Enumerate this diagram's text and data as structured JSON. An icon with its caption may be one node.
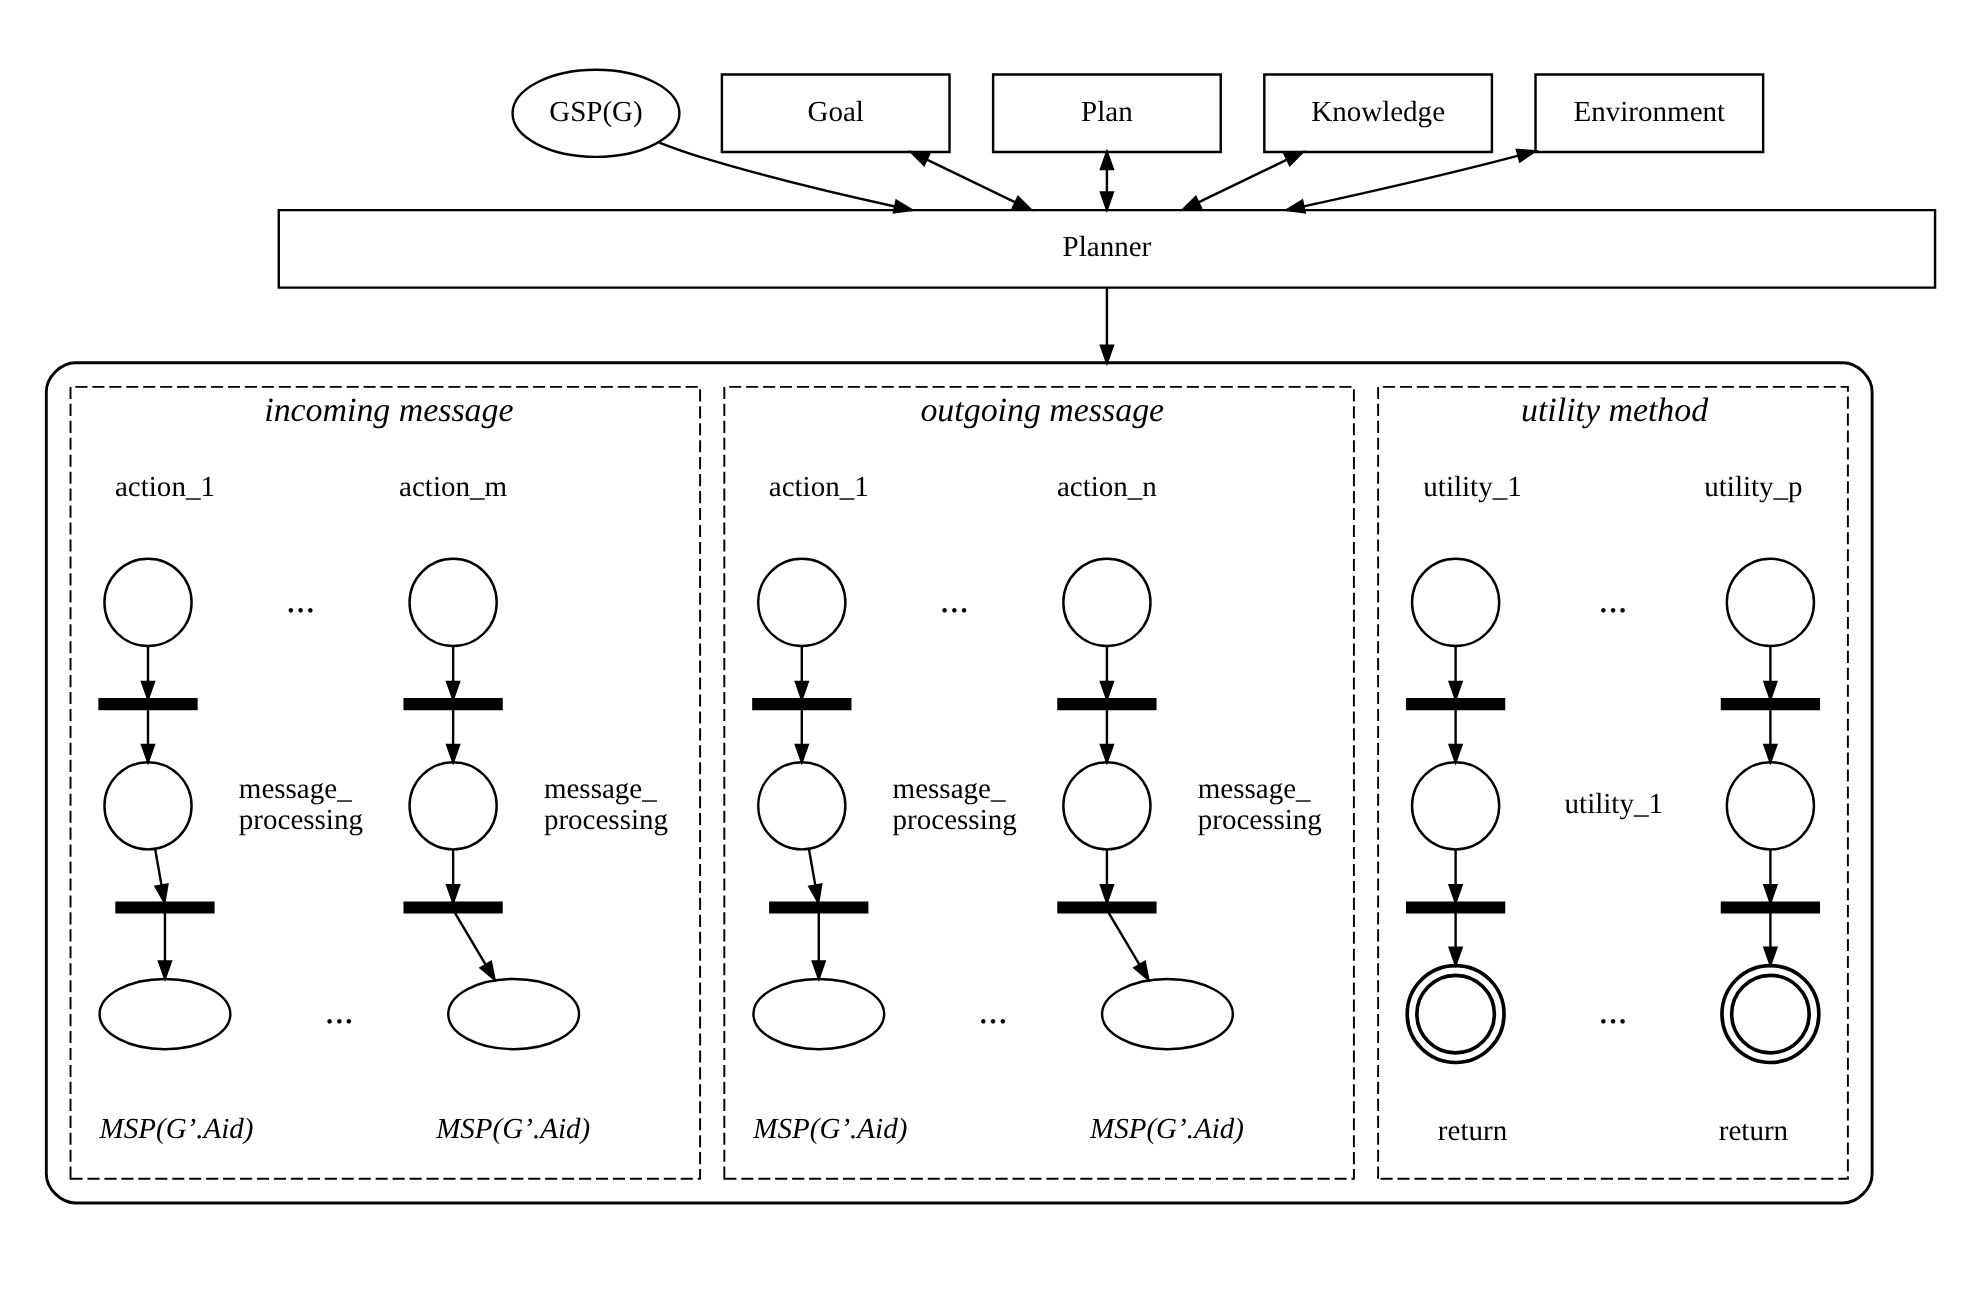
{
  "diagram": {
    "nodes": [
      {
        "text": [
          "GSP(G)"
        ]
      },
      {
        "text": [
          "Goal"
        ]
      },
      {
        "text": [
          "Plan"
        ]
      },
      {
        "text": [
          "Knowledge"
        ]
      },
      {
        "text": [
          "Environment"
        ]
      },
      {
        "text": [
          "Planner"
        ]
      },
      {
        "text": [],
        "shape": "box"
      },
      {
        "text": [
          "incoming message"
        ],
        "in": 6
      },
      {
        "text": [
          "outgoing message"
        ],
        "in": 6
      },
      {
        "text": [
          "utility method"
        ],
        "in": 6
      },
      {
        "text": [],
        "shape": "circle",
        "in": 7,
        "beside": [
          "action_1"
        ]
      },
      {
        "text": [],
        "shape": "bar",
        "in": 7
      },
      {
        "text": [],
        "shape": "circle",
        "in": 7,
        "beside": [
          "message_ processing"
        ]
      },
      {
        "text": [],
        "shape": "bar",
        "in": 7
      },
      {
        "text": [],
        "shape": "ellipse",
        "in": 7,
        "beside": [
          "MSP(G’.Aid)"
        ]
      },
      {
        "text": [],
        "shape": "circle",
        "in": 7,
        "beside": [
          "action_m"
        ]
      },
      {
        "text": [],
        "shape": "bar",
        "in": 7
      },
      {
        "text": [],
        "shape": "circle",
        "in": 7,
        "beside": [
          "message_ processing"
        ]
      },
      {
        "text": [],
        "shape": "bar",
        "in": 7
      },
      {
        "text": [],
        "shape": "ellipse",
        "in": 7,
        "beside": [
          "MSP(G’.Aid)"
        ]
      },
      {
        "text": [],
        "shape": "circle",
        "in": 8,
        "beside": [
          "action_1"
        ]
      },
      {
        "text": [],
        "shape": "bar",
        "in": 8
      },
      {
        "text": [],
        "shape": "circle",
        "in": 8,
        "beside": [
          "message_ processing"
        ]
      },
      {
        "text": [],
        "shape": "bar",
        "in": 8
      },
      {
        "text": [],
        "shape": "ellipse",
        "in": 8,
        "beside": [
          "MSP(G’.Aid)"
        ]
      },
      {
        "text": [],
        "shape": "circle",
        "in": 8,
        "beside": [
          "action_n"
        ]
      },
      {
        "text": [],
        "shape": "bar",
        "in": 8
      },
      {
        "text": [],
        "shape": "circle",
        "in": 8,
        "beside": [
          "message_ processing"
        ]
      },
      {
        "text": [],
        "shape": "bar",
        "in": 8
      },
      {
        "text": [],
        "shape": "ellipse",
        "in": 8,
        "beside": [
          "MSP(G’.Aid)"
        ]
      },
      {
        "text": [],
        "shape": "circle",
        "in": 9,
        "beside": [
          "utility_1"
        ]
      },
      {
        "text": [],
        "shape": "bar",
        "in": 9
      },
      {
        "text": [],
        "shape": "circle",
        "in": 9,
        "beside": [
          "utility_1"
        ]
      },
      {
        "text": [],
        "shape": "bar",
        "in": 9
      },
      {
        "text": [],
        "shape": "doublecircle",
        "in": 9,
        "beside": [
          "return"
        ]
      },
      {
        "text": [],
        "shape": "circle",
        "in": 9,
        "beside": [
          "utility_p"
        ]
      },
      {
        "text": [],
        "shape": "bar",
        "in": 9
      },
      {
        "text": [],
        "shape": "circle",
        "in": 9
      },
      {
        "text": [],
        "shape": "bar",
        "in": 9
      },
      {
        "text": [],
        "shape": "doublecircle",
        "in": 9,
        "beside": [
          "return"
        ]
      }
    ],
    "edges": [
      {
        "from": 0,
        "to": 5,
        "arrow": "to"
      },
      {
        "from": 1,
        "to": 5,
        "arrow": "both"
      },
      {
        "from": 2,
        "to": 5,
        "arrow": "both"
      },
      {
        "from": 3,
        "to": 5,
        "arrow": "both"
      },
      {
        "from": 4,
        "to": 5,
        "arrow": "both"
      },
      {
        "from": 5,
        "to": 6,
        "arrow": "to"
      },
      {
        "from": 10,
        "to": 11,
        "arrow": "to"
      },
      {
        "from": 11,
        "to": 12,
        "arrow": "to"
      },
      {
        "from": 12,
        "to": 13,
        "arrow": "to"
      },
      {
        "from": 13,
        "to": 14,
        "arrow": "to"
      },
      {
        "from": 15,
        "to": 16,
        "arrow": "to"
      },
      {
        "from": 16,
        "to": 17,
        "arrow": "to"
      },
      {
        "from": 17,
        "to": 18,
        "arrow": "to"
      },
      {
        "from": 18,
        "to": 19,
        "arrow": "to"
      },
      {
        "from": 20,
        "to": 21,
        "arrow": "to"
      },
      {
        "from": 21,
        "to": 22,
        "arrow": "to"
      },
      {
        "from": 22,
        "to": 23,
        "arrow": "to"
      },
      {
        "from": 23,
        "to": 24,
        "arrow": "to"
      },
      {
        "from": 25,
        "to": 26,
        "arrow": "to"
      },
      {
        "from": 26,
        "to": 27,
        "arrow": "to"
      },
      {
        "from": 27,
        "to": 28,
        "arrow": "to"
      },
      {
        "from": 28,
        "to": 29,
        "arrow": "to"
      },
      {
        "from": 30,
        "to": 31,
        "arrow": "to"
      },
      {
        "from": 31,
        "to": 32,
        "arrow": "to"
      },
      {
        "from": 32,
        "to": 33,
        "arrow": "to"
      },
      {
        "from": 33,
        "to": 34,
        "arrow": "to"
      },
      {
        "from": 35,
        "to": 36,
        "arrow": "to"
      },
      {
        "from": 36,
        "to": 37,
        "arrow": "to"
      },
      {
        "from": 37,
        "to": 38,
        "arrow": "to"
      },
      {
        "from": 38,
        "to": 39,
        "arrow": "to"
      }
    ],
    "labels": [
      "...",
      "...",
      "...",
      "...",
      "...",
      "..."
    ]
  }
}
